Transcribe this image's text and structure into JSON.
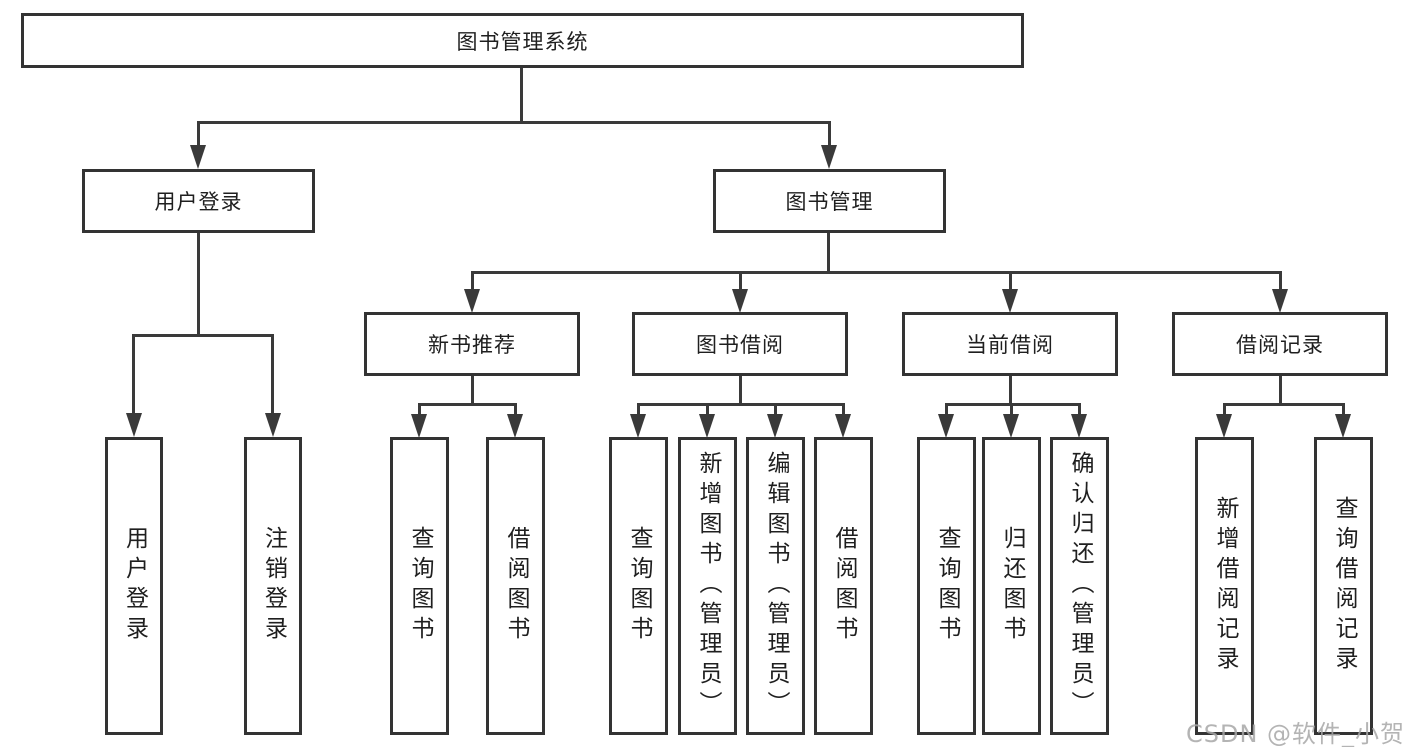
{
  "diagram": {
    "title_node": {
      "label": "图书管理系统"
    },
    "level2": [
      {
        "label": "用户登录"
      },
      {
        "label": "图书管理"
      }
    ],
    "level3": [
      {
        "label": "新书推荐"
      },
      {
        "label": "图书借阅"
      },
      {
        "label": "当前借阅"
      },
      {
        "label": "借阅记录"
      }
    ],
    "leaves": {
      "user_login": [
        "用户登录",
        "注销登录"
      ],
      "new_book": [
        "查询图书",
        "借阅图书"
      ],
      "book_borrow": [
        "查询图书",
        "新增图书（管理员）",
        "编辑图书（管理员）",
        "借阅图书"
      ],
      "current_borrow": [
        "查询图书",
        "归还图书",
        "确认归还（管理员）"
      ],
      "borrow_record": [
        "新增借阅记录",
        "查询借阅记录"
      ]
    },
    "colors": {
      "line": "#3a3a3a",
      "box_border": "#333333",
      "text": "#1f1f1f",
      "background": "#ffffff",
      "watermark": "#a8a8a8"
    }
  },
  "watermark": {
    "text": "CSDN @软件_小贺同学"
  }
}
